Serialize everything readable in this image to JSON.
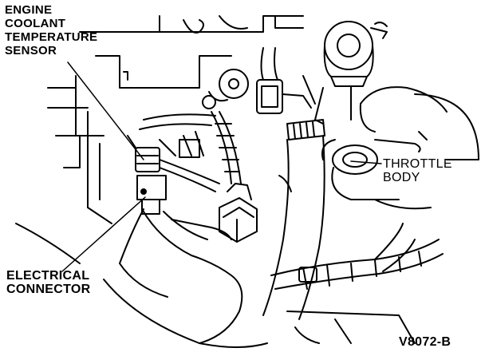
{
  "labels": {
    "ect_sensor": [
      "ENGINE",
      "COOLANT",
      "TEMPERATURE",
      "SENSOR"
    ],
    "throttle_body": [
      "THROTTLE",
      "BODY"
    ],
    "electrical_connector": [
      "ELECTRICAL",
      "CONNECTOR"
    ]
  },
  "figure_code": "V8072-B",
  "colors": {
    "ink": "#000000",
    "paper": "#ffffff"
  }
}
